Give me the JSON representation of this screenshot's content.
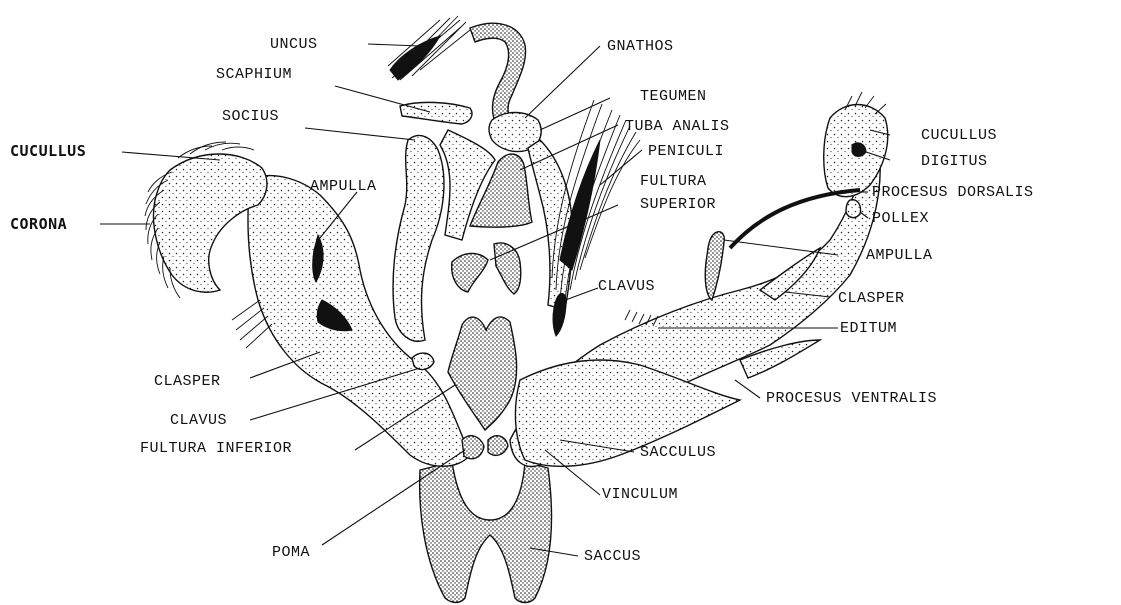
{
  "labels": {
    "uncus": "UNCUS",
    "scaphium": "SCAPHIUM",
    "socius": "SOCIUS",
    "cucullus_left": "CUCULLUS",
    "corona": "CORONA",
    "ampulla_left": "AMPULLA",
    "clasper_left": "CLASPER",
    "clavus_left": "CLAVUS",
    "fultura_inferior": "FULTURA INFERIOR",
    "poma": "POMA",
    "gnathos": "GNATHOS",
    "tegumen": "TEGUMEN",
    "tuba_analis": "TUBA ANALIS",
    "peniculi": "PENICULI",
    "fultura_superior_1": "FULTURA",
    "fultura_superior_2": "SUPERIOR",
    "clavus_right": "CLAVUS",
    "cucullus_right": "CUCULLUS",
    "digitus": "DIGITUS",
    "procesus_dorsalis": "PROCESUS DORSALIS",
    "pollex": "POLLEX",
    "ampulla_right": "AMPULLA",
    "clasper_right": "CLASPER",
    "editum": "EDITUM",
    "procesus_ventralis": "PROCESUS VENTRALIS",
    "sacculus": "SACCULUS",
    "vinculum": "VINCULUM",
    "saccus": "SACCUS"
  }
}
